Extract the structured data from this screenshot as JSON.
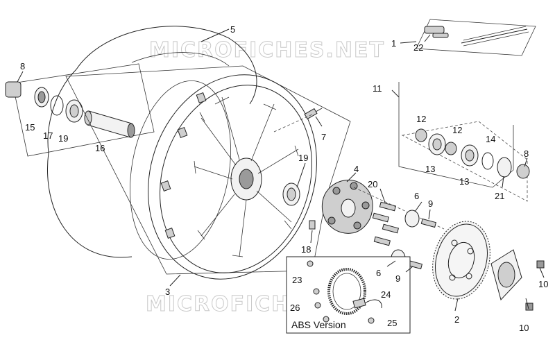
{
  "watermark": {
    "text_upper": "MICROFICHES.NET",
    "text_lower": "MICROFICHES.NET"
  },
  "inset": {
    "abs_title": "ABS Version"
  },
  "callouts": {
    "c1": "1",
    "c2": "2",
    "c3": "3",
    "c4": "4",
    "c5": "5",
    "c6a": "6",
    "c6b": "6",
    "c7": "7",
    "c8a": "8",
    "c8b": "8",
    "c9a": "9",
    "c9b": "9",
    "c10a": "10",
    "c10b": "10",
    "c11": "11",
    "c12a": "12",
    "c12b": "12",
    "c13a": "13",
    "c13b": "13",
    "c14": "14",
    "c15": "15",
    "c16": "16",
    "c17": "17",
    "c18": "18",
    "c19a": "19",
    "c19b": "19",
    "c20": "20",
    "c21": "21",
    "c22": "22",
    "c23": "23",
    "c24": "24",
    "c25": "25",
    "c26": "26"
  }
}
